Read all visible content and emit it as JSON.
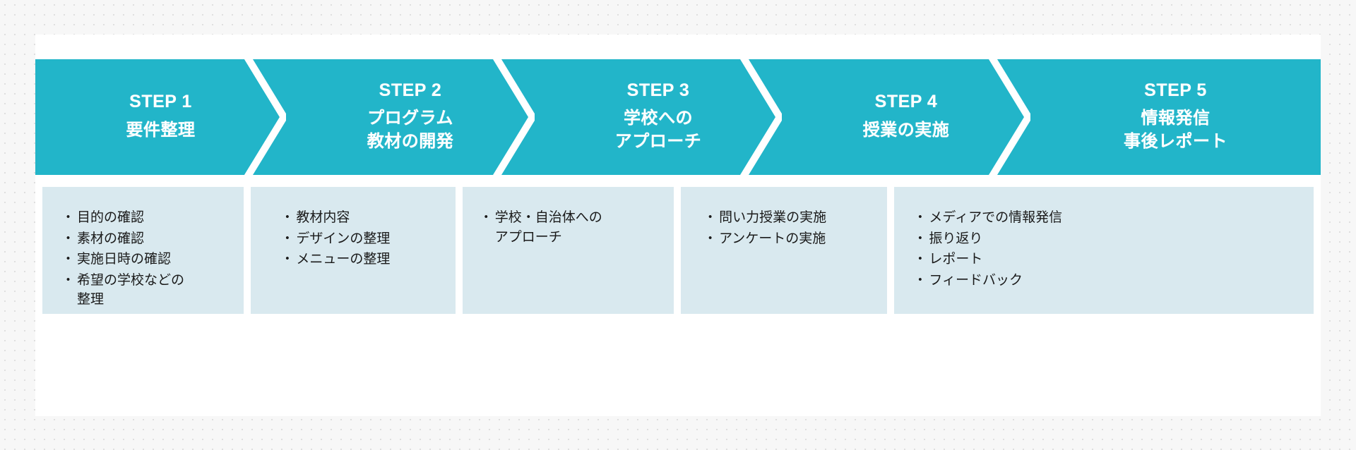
{
  "theme": {
    "page_background": "#f7f7f7",
    "card_background": "#ffffff",
    "step_accent": "#22b5c9",
    "detail_background": "#d9e9ef",
    "step_text": "#ffffff",
    "detail_text": "#1a1a1a"
  },
  "steps": [
    {
      "number": "STEP 1",
      "title_lines": [
        "要件整理"
      ],
      "details": [
        "目的の確認",
        "素材の確認",
        "実施日時の確認",
        "希望の学校などの\n整理"
      ]
    },
    {
      "number": "STEP 2",
      "title_lines": [
        "プログラム",
        "教材の開発"
      ],
      "details": [
        "教材内容",
        "デザインの整理",
        "メニューの整理"
      ]
    },
    {
      "number": "STEP 3",
      "title_lines": [
        "学校への",
        "アプローチ"
      ],
      "details": [
        "学校・自治体への\nアプローチ"
      ]
    },
    {
      "number": "STEP 4",
      "title_lines": [
        "授業の実施"
      ],
      "details": [
        "問い力授業の実施",
        "アンケートの実施"
      ]
    },
    {
      "number": "STEP 5",
      "title_lines": [
        "情報発信",
        "事後レポート"
      ],
      "details": [
        "メディアでの情報発信",
        "振り返り",
        "レポート",
        "フィードバック"
      ]
    }
  ]
}
